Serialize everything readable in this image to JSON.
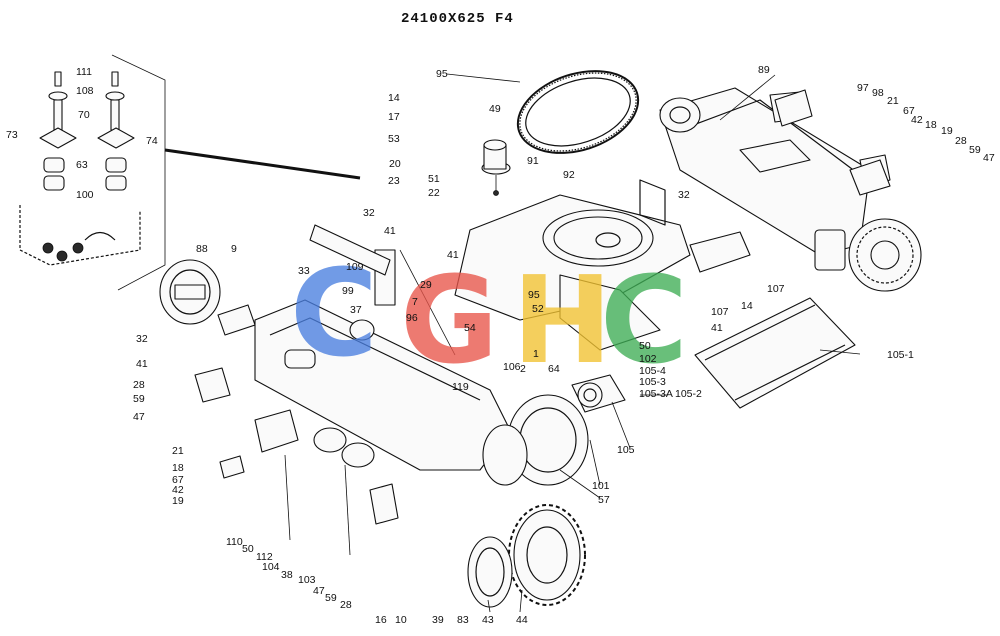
{
  "title": "24100X625 F4",
  "watermark": {
    "letters": [
      {
        "char": "C",
        "color": "#4a7fe0"
      },
      {
        "char": "G",
        "color": "#e8554a"
      },
      {
        "char": "H",
        "color": "#f2c230"
      },
      {
        "char": "C",
        "color": "#3fae55"
      }
    ]
  },
  "callouts": [
    "111",
    "108",
    "70",
    "73",
    "74",
    "63",
    "100",
    "88",
    "9",
    "32",
    "41",
    "28",
    "59",
    "47",
    "21",
    "18",
    "67",
    "42",
    "19",
    "110",
    "50",
    "112",
    "104",
    "38",
    "103",
    "47",
    "59",
    "28",
    "32",
    "41",
    "33",
    "109",
    "99",
    "37",
    "29",
    "7",
    "96",
    "54",
    "95",
    "52",
    "2",
    "1",
    "64",
    "119",
    "106",
    "95",
    "14",
    "17",
    "49",
    "53",
    "20",
    "23",
    "51",
    "22",
    "91",
    "92",
    "89",
    "97",
    "98",
    "21",
    "67",
    "42",
    "18",
    "19",
    "28",
    "59",
    "47",
    "32",
    "41",
    "14",
    "107",
    "107",
    "41",
    "50",
    "102",
    "105-4",
    "105-3",
    "105-3A",
    "105-2",
    "105-1",
    "105",
    "101",
    "57",
    "39",
    "83",
    "43",
    "44",
    "16",
    "10"
  ]
}
